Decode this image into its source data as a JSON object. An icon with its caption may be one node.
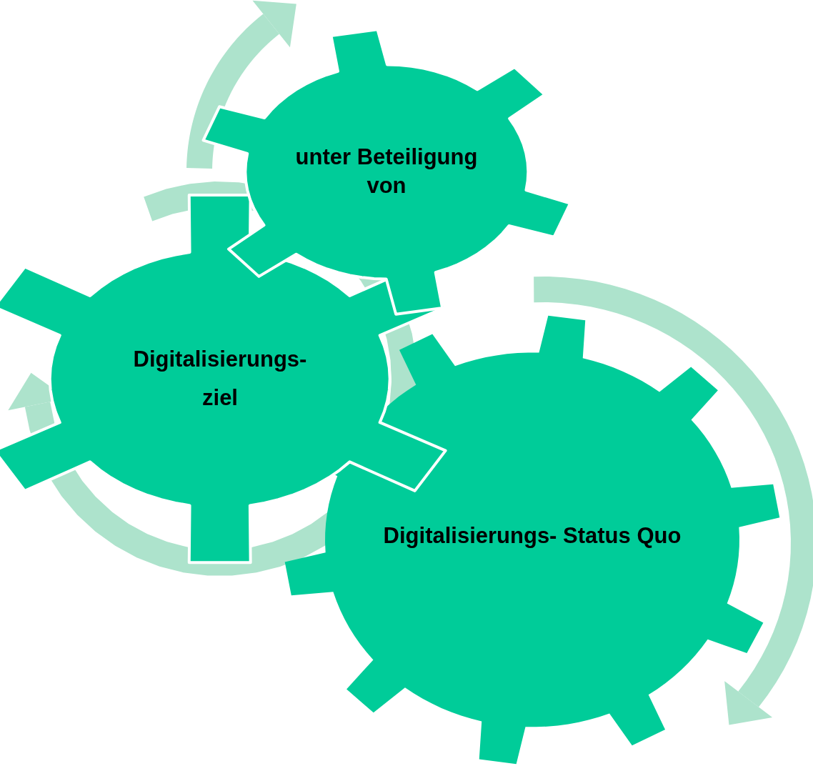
{
  "diagram": {
    "nodes": [
      {
        "text": [
          "unter Beteiligung von"
        ]
      },
      {
        "text": [
          "Digitalisierungs- ziel"
        ]
      },
      {
        "text": [
          "Digitalisierungs- Status Quo"
        ]
      }
    ]
  }
}
